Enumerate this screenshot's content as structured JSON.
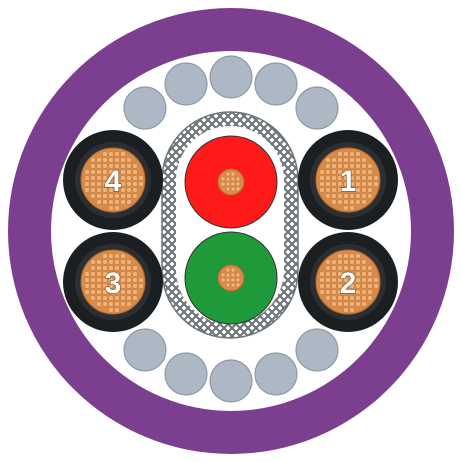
{
  "colors": {
    "outer_jacket": "#7c3f8f",
    "inner_fill": "#ffffff",
    "filler": "#aeb8c4",
    "filler_stroke": "#8f9aa6",
    "braid": "#6f7578",
    "pair_red": "#ff1a1a",
    "pair_green": "#1e9a3a",
    "core_black": "#1c1f22",
    "copper": "#d98b4a",
    "copper_light": "#f0b47a"
  },
  "cores": [
    {
      "label": "1",
      "icon": "copper-conductor-icon"
    },
    {
      "label": "2",
      "icon": "copper-conductor-icon"
    },
    {
      "label": "3",
      "icon": "copper-conductor-icon"
    },
    {
      "label": "4",
      "icon": "copper-conductor-icon"
    }
  ],
  "signal_pair": [
    {
      "color_name": "red"
    },
    {
      "color_name": "green"
    }
  ]
}
